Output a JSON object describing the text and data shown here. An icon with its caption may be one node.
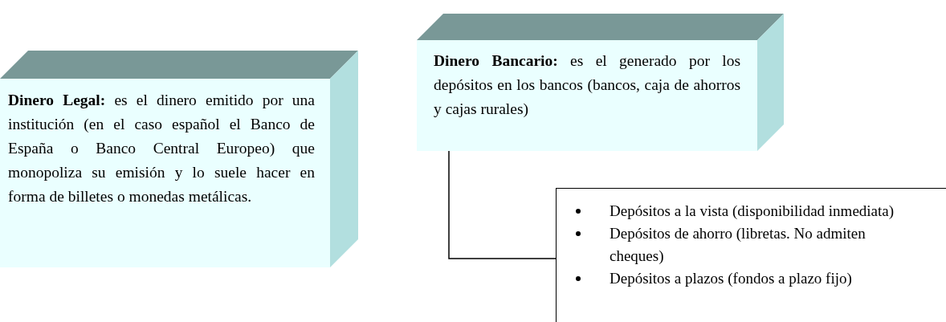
{
  "diagram": {
    "nodes": [
      {
        "text": [
          "**Dinero Legal:** es el dinero emitido por una institución (en el caso español el Banco de España o Banco Central Europeo) que monopoliza su emisión y lo suele hacer en forma de billetes o monedas metálicas."
        ]
      },
      {
        "text": [
          "**Dinero Bancario:** es el generado por los depósitos en los bancos (bancos, caja de ahorros y cajas rurales)"
        ]
      },
      {
        "text": [
          "Depósitos a la vista (disponibilidad inmediata)",
          "Depósitos de ahorro (libretas. No admiten cheques)",
          "Depósitos a plazos (fondos a plazo fijo)"
        ]
      }
    ],
    "edges": [
      {
        "from": 1,
        "to": 2,
        "arrow": "none"
      }
    ]
  }
}
